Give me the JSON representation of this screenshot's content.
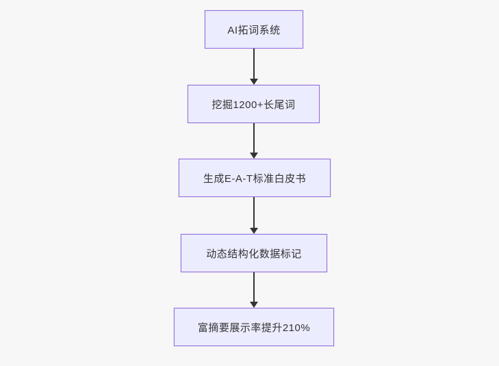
{
  "diagram": {
    "type": "flowchart",
    "direction": "top-down",
    "colors": {
      "background": "#f7f7f7",
      "node_fill": "#ECECFF",
      "node_border": "#9370DB",
      "edge": "#333333",
      "text": "#333333"
    },
    "nodes": [
      {
        "id": "n1",
        "label": "AI拓词系统"
      },
      {
        "id": "n2",
        "label": "挖掘1200+长尾词"
      },
      {
        "id": "n3",
        "label": "生成E-A-T标准白皮书"
      },
      {
        "id": "n4",
        "label": "动态结构化数据标记"
      },
      {
        "id": "n5",
        "label": "富摘要展示率提升210%"
      }
    ],
    "edges": [
      {
        "from": "n1",
        "to": "n2"
      },
      {
        "from": "n2",
        "to": "n3"
      },
      {
        "from": "n3",
        "to": "n4"
      },
      {
        "from": "n4",
        "to": "n5"
      }
    ]
  }
}
